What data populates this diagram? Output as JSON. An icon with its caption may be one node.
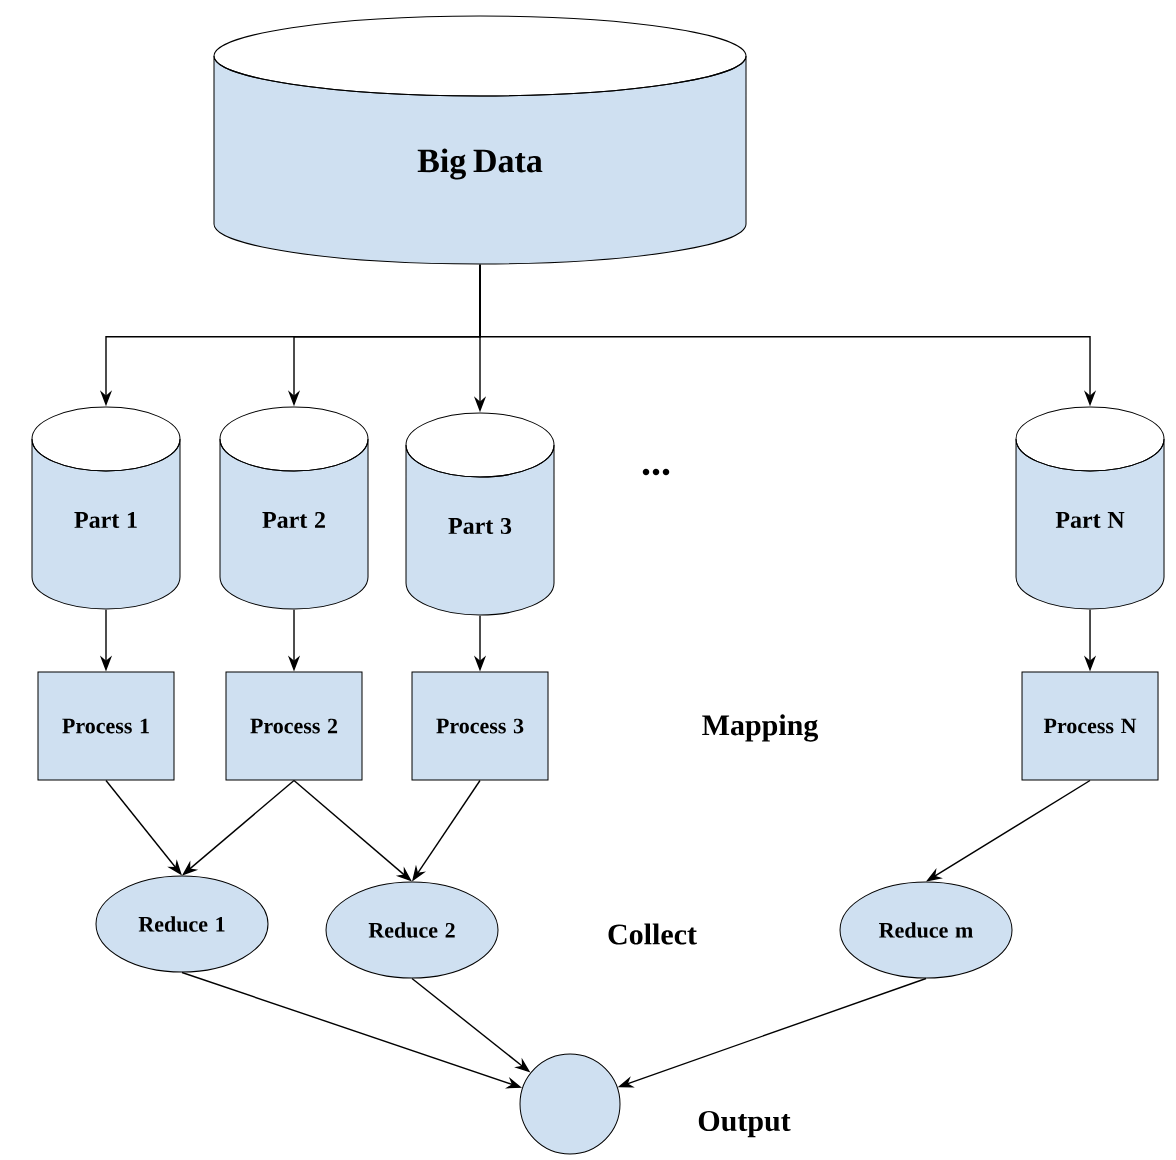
{
  "diagram": {
    "nodes": [
      {
        "text": [
          "Big Data"
        ]
      },
      {
        "text": [
          "Part 1"
        ]
      },
      {
        "text": [
          "Part 2"
        ]
      },
      {
        "text": [
          "Part 3"
        ]
      },
      {
        "text": [
          "Part N"
        ]
      },
      {
        "text": [
          "Process 1"
        ]
      },
      {
        "text": [
          "Process 2"
        ]
      },
      {
        "text": [
          "Process 3"
        ]
      },
      {
        "text": [
          "Process N"
        ]
      },
      {
        "text": [
          "Reduce 1"
        ]
      },
      {
        "text": [
          "Reduce 2"
        ]
      },
      {
        "text": [
          "Reduce m"
        ]
      },
      {
        "text": [],
        "shape": "circle",
        "beside": [
          "Output"
        ]
      }
    ],
    "edges": [
      {
        "from": 0,
        "to": 1,
        "arrow": "to"
      },
      {
        "from": 0,
        "to": 2,
        "arrow": "to"
      },
      {
        "from": 0,
        "to": 3,
        "arrow": "to"
      },
      {
        "from": 0,
        "to": 4,
        "arrow": "to"
      },
      {
        "from": 1,
        "to": 5,
        "arrow": "to"
      },
      {
        "from": 2,
        "to": 6,
        "arrow": "to"
      },
      {
        "from": 3,
        "to": 7,
        "arrow": "to"
      },
      {
        "from": 4,
        "to": 8,
        "arrow": "to"
      },
      {
        "from": 5,
        "to": 9,
        "arrow": "to"
      },
      {
        "from": 6,
        "to": 9,
        "arrow": "to"
      },
      {
        "from": 6,
        "to": 10,
        "arrow": "to"
      },
      {
        "from": 7,
        "to": 10,
        "arrow": "to"
      },
      {
        "from": 8,
        "to": 11,
        "arrow": "to"
      },
      {
        "from": 9,
        "to": 12,
        "arrow": "to"
      },
      {
        "from": 10,
        "to": 12,
        "arrow": "to"
      },
      {
        "from": 11,
        "to": 12,
        "arrow": "to"
      }
    ],
    "labels": [
      "...",
      "Mapping",
      "Collect"
    ]
  }
}
